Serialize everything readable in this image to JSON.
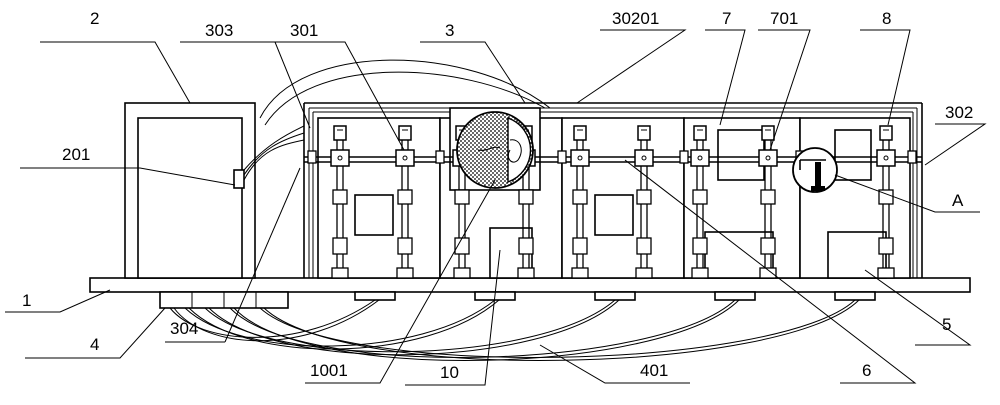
{
  "labels": {
    "l1": "1",
    "l2": "2",
    "l201": "201",
    "l3": "3",
    "l301": "301",
    "l302": "302",
    "l303": "303",
    "l304": "304",
    "l30201": "30201",
    "l4": "4",
    "l401": "401",
    "l5": "5",
    "l6": "6",
    "l7": "7",
    "l701": "701",
    "l8": "8",
    "l10": "10",
    "l1001": "1001",
    "lA": "A"
  }
}
